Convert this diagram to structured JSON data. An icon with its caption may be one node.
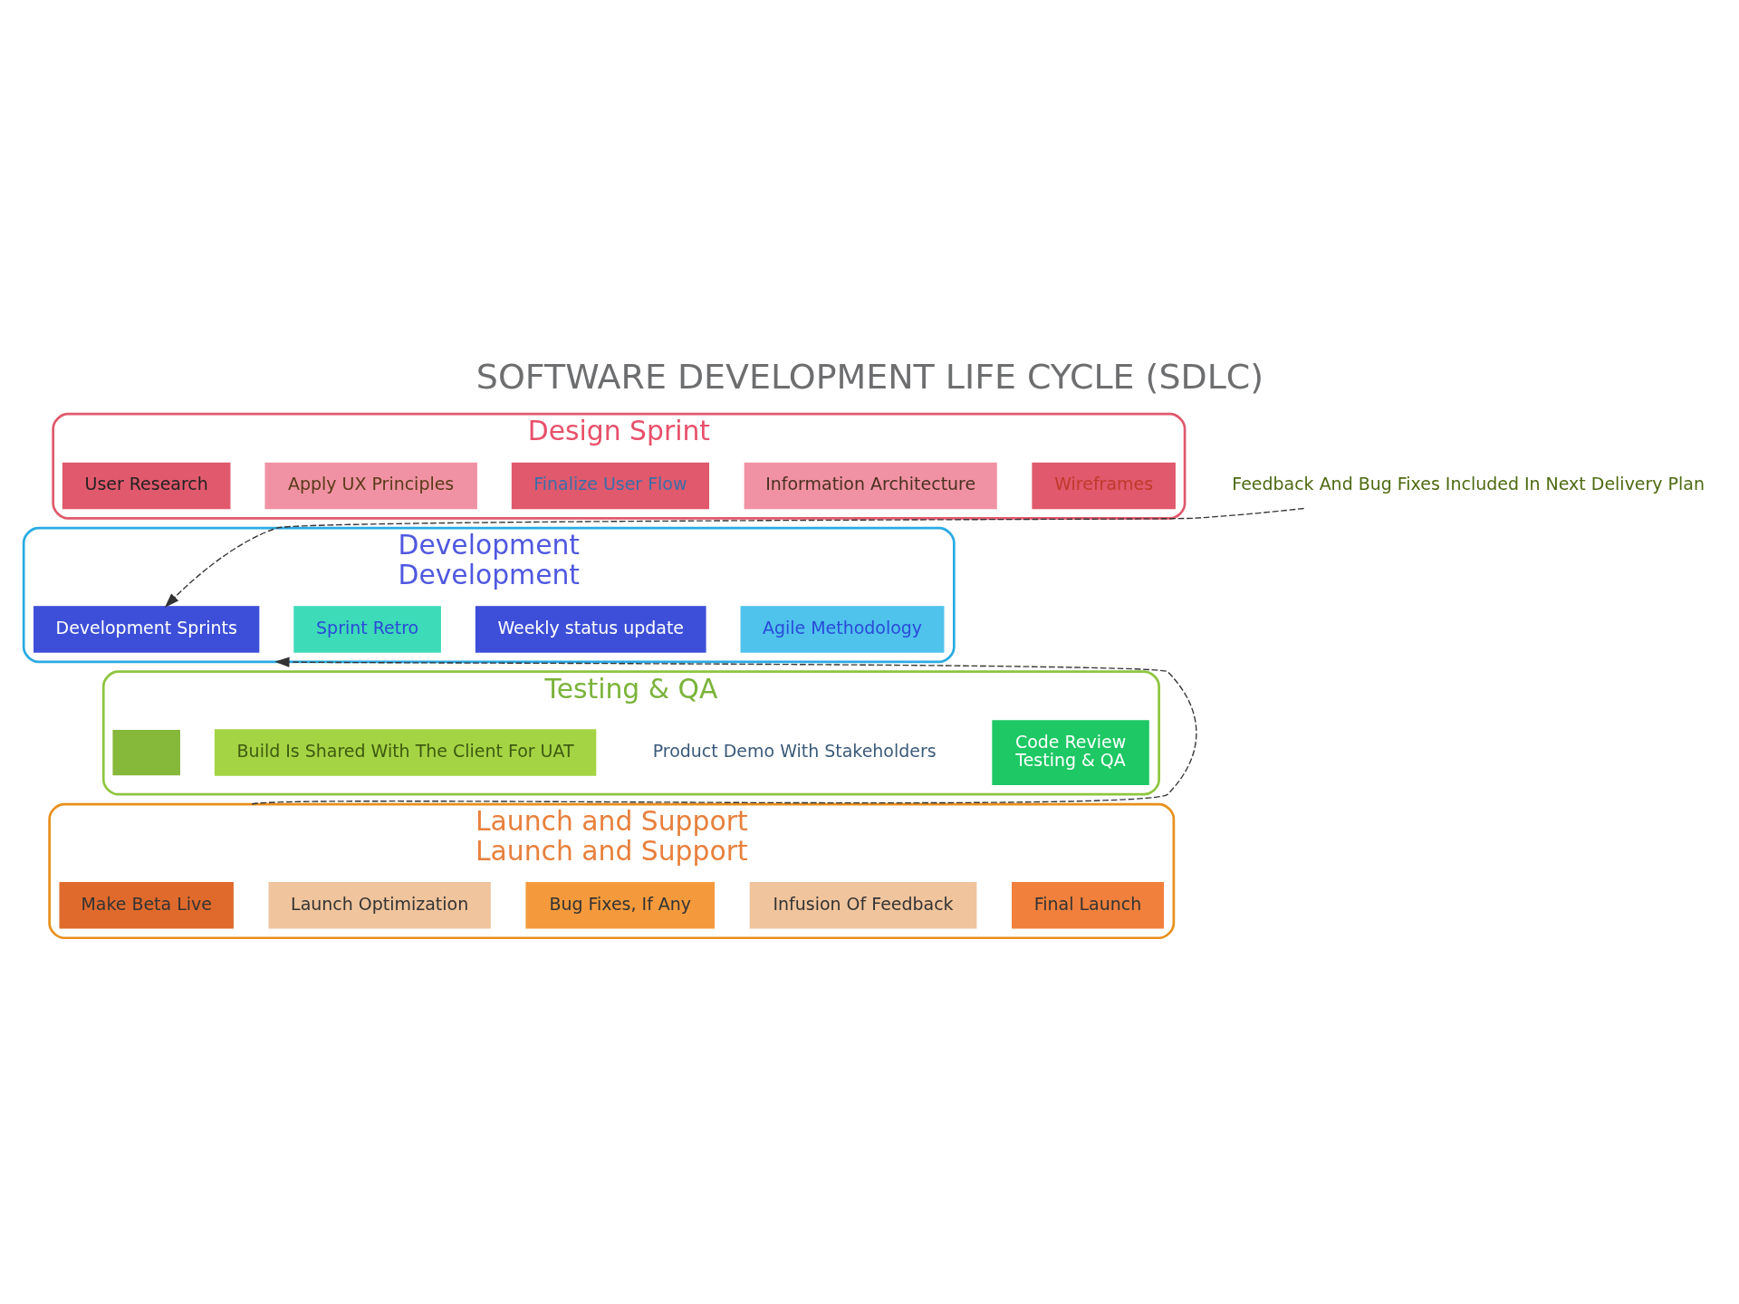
{
  "diagram": {
    "title": "SOFTWARE DEVELOPMENT LIFE CYCLE (SDLC)",
    "nodes": [
      {
        "text": [
          "Design Sprint"
        ]
      },
      {
        "text": [
          "User Research"
        ],
        "in": 0
      },
      {
        "text": [
          "Apply UX Principles"
        ],
        "in": 0
      },
      {
        "text": [
          "Finalize User Flow"
        ],
        "in": 0
      },
      {
        "text": [
          "Information Architecture"
        ],
        "in": 0
      },
      {
        "text": [
          "Wireframes"
        ],
        "in": 0
      },
      {
        "text": [
          "Development",
          "Development"
        ]
      },
      {
        "text": [
          "Development Sprints"
        ],
        "in": 6
      },
      {
        "text": [
          "Sprint Retro"
        ],
        "in": 6
      },
      {
        "text": [
          "Weekly status update"
        ],
        "in": 6
      },
      {
        "text": [
          "Agile Methodology"
        ],
        "in": 6
      },
      {
        "text": [
          "Testing & QA"
        ]
      },
      {
        "text": [],
        "shape": "box",
        "in": 11
      },
      {
        "text": [
          "Build Is Shared With The Client For UAT"
        ],
        "in": 11
      },
      {
        "text": [
          "Product Demo With Stakeholders"
        ],
        "in": 11
      },
      {
        "text": [
          "Code Review",
          "Testing & QA"
        ],
        "in": 11
      },
      {
        "text": [
          "Launch and Support",
          "Launch and Support"
        ]
      },
      {
        "text": [
          "Make Beta Live"
        ],
        "in": 16
      },
      {
        "text": [
          "Launch Optimization"
        ],
        "in": 16
      },
      {
        "text": [
          "Bug Fixes, If Any"
        ],
        "in": 16
      },
      {
        "text": [
          "Infusion Of Feedback"
        ],
        "in": 16
      },
      {
        "text": [
          "Final Launch"
        ],
        "in": 16
      },
      {
        "text": [
          "Feedback And Bug Fixes Included In Next Delivery Plan"
        ]
      }
    ],
    "edges": [
      {
        "from": 22,
        "to": 7,
        "arrow": "to",
        "style": "dashed"
      },
      {
        "from": 16,
        "to": 6,
        "arrow": "to",
        "style": "dashed"
      }
    ]
  }
}
